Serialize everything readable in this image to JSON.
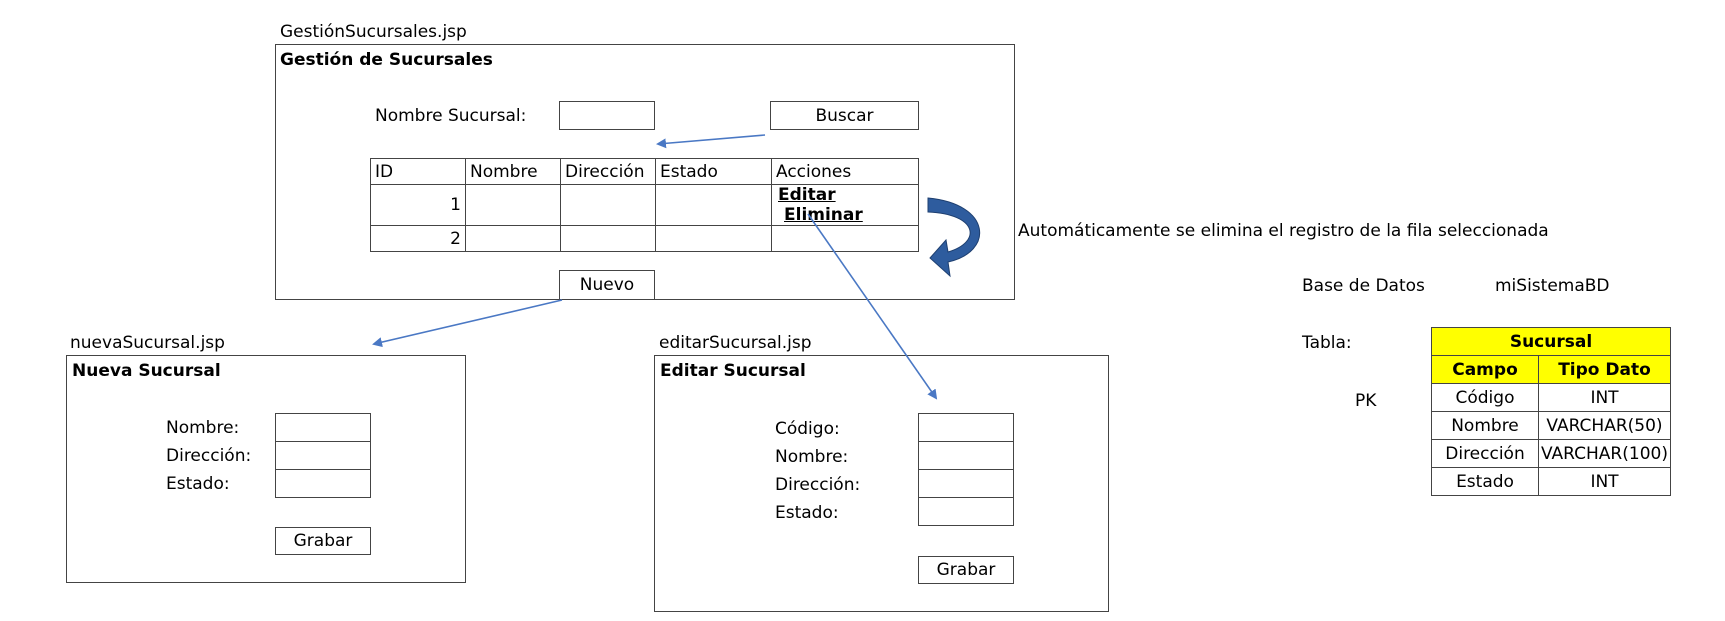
{
  "gestion": {
    "file": "GestiónSucursales.jsp",
    "title": "Gestión de Sucursales",
    "search_label": "Nombre Sucursal:",
    "search_value": "",
    "search_button": "Buscar",
    "columns": [
      "ID",
      "Nombre",
      "Dirección",
      "Estado",
      "Acciones"
    ],
    "rows": [
      {
        "id": "1",
        "nombre": "",
        "direccion": "",
        "estado": ""
      },
      {
        "id": "2",
        "nombre": "",
        "direccion": "",
        "estado": ""
      }
    ],
    "edit_link": "Editar",
    "delete_link": "Eliminar",
    "new_button": "Nuevo"
  },
  "delete_note": "Automáticamente se elimina el registro de la fila seleccionada",
  "nueva": {
    "file": "nuevaSucursal.jsp",
    "title": "Nueva Sucursal",
    "fields": [
      "Nombre:",
      "Dirección:",
      "Estado:"
    ],
    "save_button": "Grabar"
  },
  "editar": {
    "file": "editarSucursal.jsp",
    "title": "Editar Sucursal",
    "fields": [
      "Código:",
      "Nombre:",
      "Dirección:",
      "Estado:"
    ],
    "save_button": "Grabar"
  },
  "db": {
    "label": "Base de Datos",
    "name": "miSistemaBD",
    "table_label": "Tabla:",
    "pk_label": "PK",
    "table_name": "Sucursal",
    "headers": [
      "Campo",
      "Tipo Dato"
    ],
    "rows": [
      [
        "Código",
        "INT"
      ],
      [
        "Nombre",
        "VARCHAR(50)"
      ],
      [
        "Dirección",
        "VARCHAR(100)"
      ],
      [
        "Estado",
        "INT"
      ]
    ]
  },
  "colors": {
    "arrow": "#4a78c4",
    "curve_arrow": "#2e5c9e",
    "highlight": "#ffff00"
  }
}
